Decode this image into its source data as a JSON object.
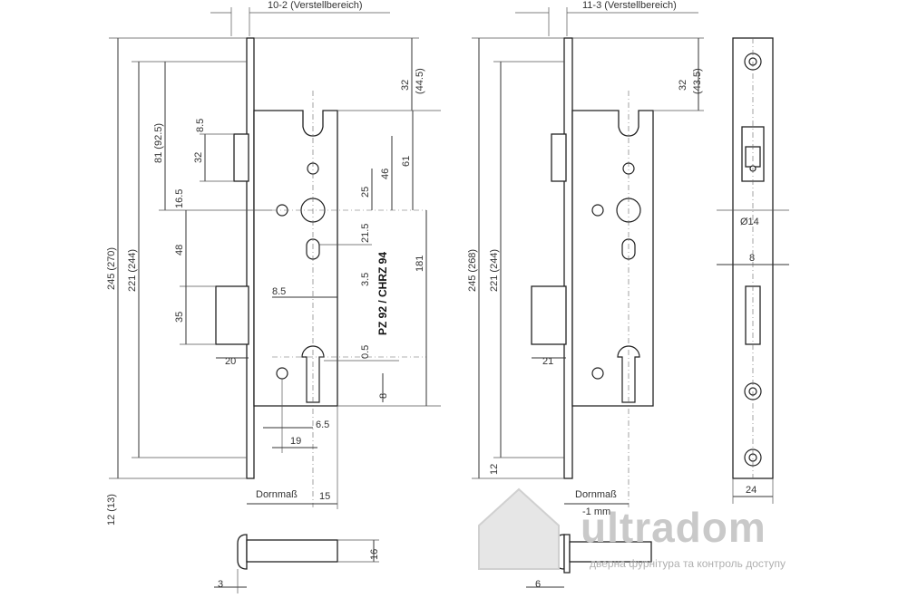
{
  "diagram": {
    "left_view": {
      "top_label": "10-2 (Verstellbereich)",
      "dims": {
        "d32": "32",
        "d445": "(44.5)",
        "d81": "81 (92.5)",
        "d85": "8.5",
        "d32b": "32",
        "d165": "16.5",
        "d48": "48",
        "d35": "35",
        "d20": "20",
        "d245": "245 (270)",
        "d221": "221 (244)",
        "d12": "12 (13)",
        "d25": "25",
        "d46": "46",
        "d61": "61",
        "d215": "21.5",
        "d35s": "3.5",
        "d85b": "8.5",
        "d181": "181",
        "d05": "0.5",
        "d8": "8",
        "d65": "6.5",
        "d19": "19",
        "dornmass": "Dornmaß",
        "d15": "15",
        "d16": "16",
        "d3": "3"
      },
      "cylinder_label": "PZ 92 / CHRZ 94"
    },
    "right_view": {
      "top_label": "11-3 (Verstellbereich)",
      "dims": {
        "d32": "32",
        "d435": "(43.5)",
        "d245": "245 (268)",
        "d221": "221 (244)",
        "d12": "12",
        "d21": "21",
        "dornmass": "Dornmaß",
        "minus1": "-1 mm",
        "d6": "6"
      }
    },
    "faceplate_view": {
      "dims": {
        "d14": "Ø14",
        "d8": "8",
        "d24": "24"
      }
    }
  },
  "watermark": {
    "brand": "ultradom",
    "tagline": "дверна фурнітура та контроль доступу"
  }
}
